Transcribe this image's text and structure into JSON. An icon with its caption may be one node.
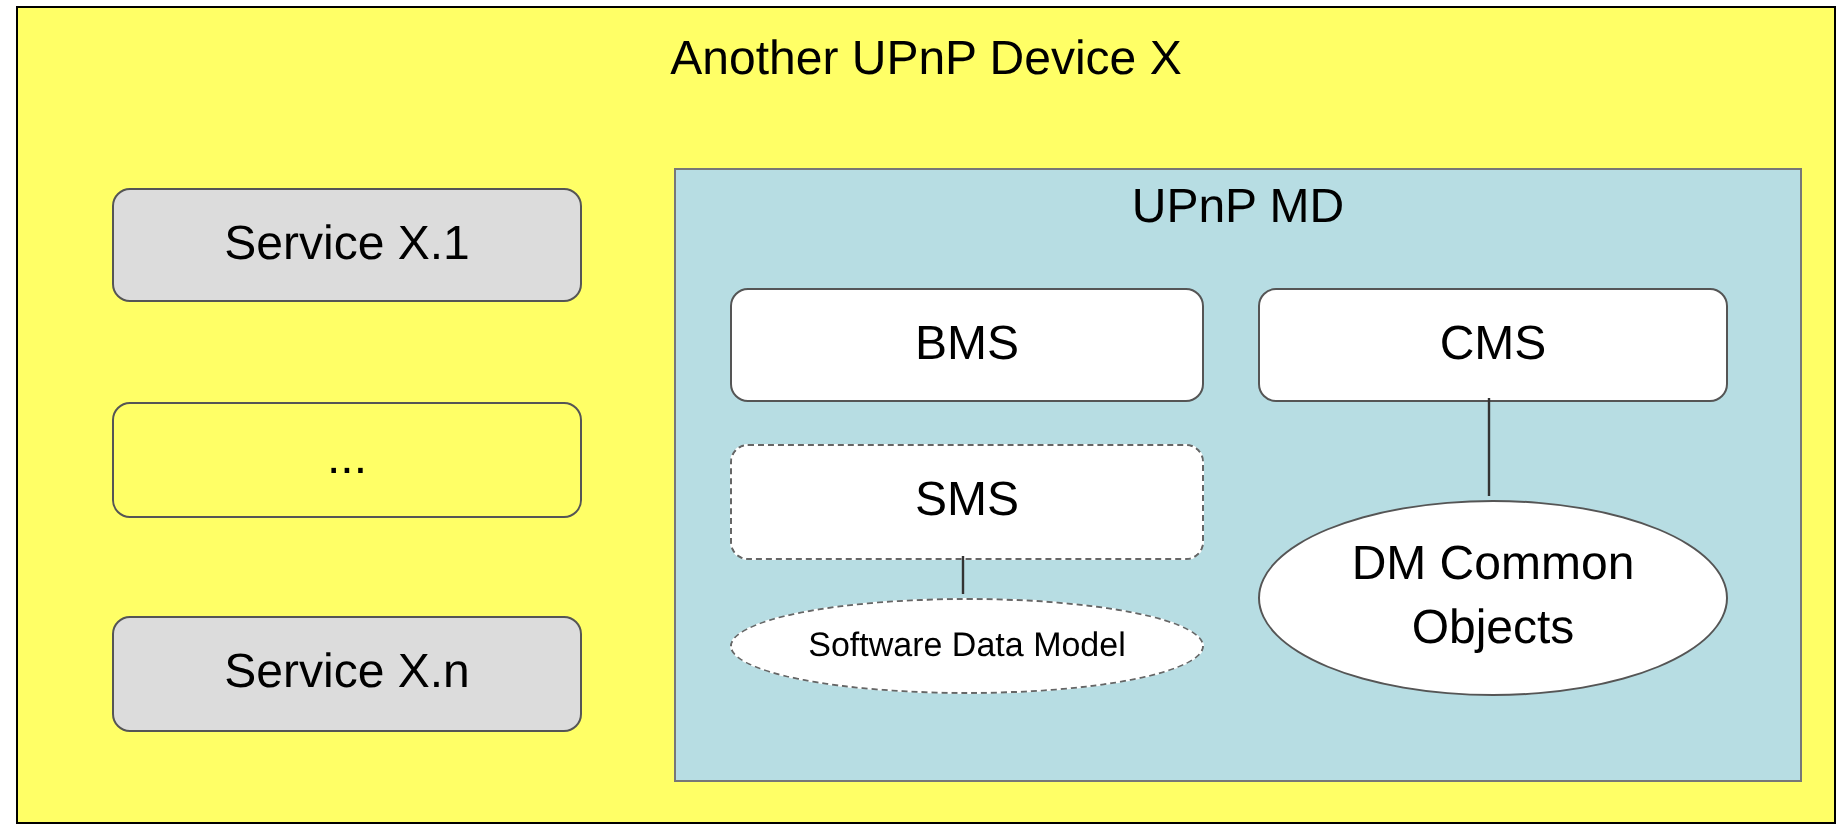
{
  "diagram": {
    "nodes": [
      {
        "text": [
          "Another UPnP Device X"
        ]
      },
      {
        "text": [
          "Service X.1"
        ],
        "in": 0
      },
      {
        "text": [
          "..."
        ],
        "in": 0
      },
      {
        "text": [
          "Service X.n"
        ],
        "in": 0
      },
      {
        "text": [
          "UPnP MD"
        ],
        "in": 0
      },
      {
        "text": [
          "BMS"
        ],
        "in": 4
      },
      {
        "text": [
          "CMS"
        ],
        "in": 4
      },
      {
        "text": [
          "SMS"
        ],
        "in": 4
      },
      {
        "text": [
          "Software Data Model"
        ],
        "in": 4
      },
      {
        "text": [
          "DM Common Objects"
        ],
        "in": 4
      }
    ],
    "edges": [
      {
        "from": 7,
        "to": 8,
        "arrow": "none"
      },
      {
        "from": 6,
        "to": 9,
        "arrow": "none"
      }
    ]
  }
}
